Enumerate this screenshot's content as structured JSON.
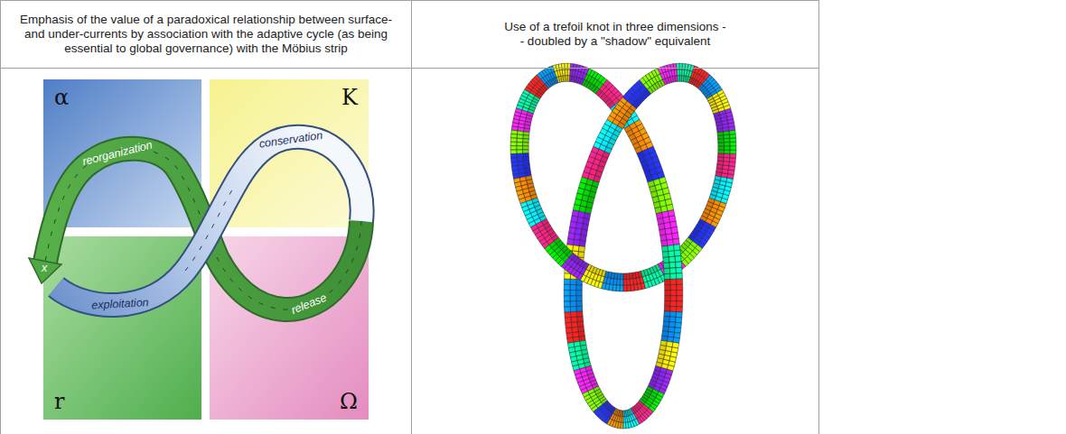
{
  "diagram": {
    "nodes": [
      {
        "text": [
          "Emphasis of the value of a paradoxical relationship between surface- and under-currents by association with the adaptive cycle (as being essential to global governance) with the Möbius strip"
        ]
      },
      {
        "text": [
          "Use of a trefoil knot in three dimensions -- doubled by a \"shadow\" equivalent"
        ]
      },
      {
        "text": [
          "α"
        ]
      },
      {
        "text": [
          "K"
        ]
      },
      {
        "text": [
          "r"
        ]
      },
      {
        "text": [
          "Ω"
        ]
      }
    ],
    "labels": [
      "conservation",
      "reorganization",
      "exploitation",
      "release",
      "x"
    ]
  }
}
